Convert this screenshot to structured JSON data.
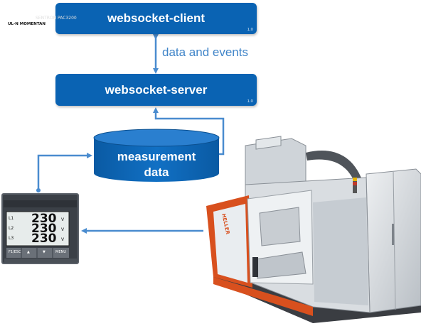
{
  "nodes": {
    "client": "websocket-client",
    "server": "websocket-server",
    "database_line1": "measurement",
    "database_line2": "data"
  },
  "edge_label": "data and events",
  "version_tag": "1.0",
  "meter": {
    "brand": "SIEMENS",
    "model": "SENTRON PAC3200",
    "title": "UL-N MOMENTAN",
    "rows": [
      {
        "index": "L1",
        "value": "230",
        "unit": "V"
      },
      {
        "index": "L2",
        "value": "230",
        "unit": "V"
      },
      {
        "index": "L3",
        "value": "230",
        "unit": "V"
      }
    ],
    "buttons": [
      "F1/ESC",
      "▲",
      "▼",
      "MENU"
    ]
  },
  "machine_brand": "HELLER",
  "colors": {
    "box": "#0a63b3",
    "connector": "#4a8ccf",
    "machine_accent": "#d8501e"
  }
}
